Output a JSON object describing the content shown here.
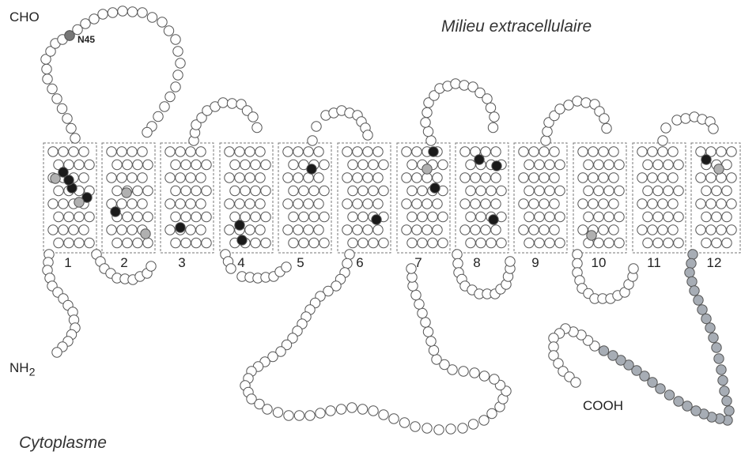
{
  "labels": {
    "extracellular": "Milieu extracellulaire",
    "cytoplasm": "Cytoplasme",
    "glycosylation": "CHO",
    "glycosylation_site": "N45",
    "n_terminus": "NH",
    "n_terminus_sub": "2",
    "c_terminus": "COOH"
  },
  "helices": [
    {
      "number": "1"
    },
    {
      "number": "2"
    },
    {
      "number": "3"
    },
    {
      "number": "4"
    },
    {
      "number": "5"
    },
    {
      "number": "6"
    },
    {
      "number": "7"
    },
    {
      "number": "8"
    },
    {
      "number": "9"
    },
    {
      "number": "10"
    },
    {
      "number": "11"
    },
    {
      "number": "12"
    }
  ],
  "colors": {
    "residue_fill": "#ffffff",
    "residue_stroke": "#555555",
    "highlight_dark": "#1a1a1a",
    "highlight_grey": "#b0b0b0",
    "c_term_tail": "#a7adb5",
    "box_border": "#777777"
  }
}
